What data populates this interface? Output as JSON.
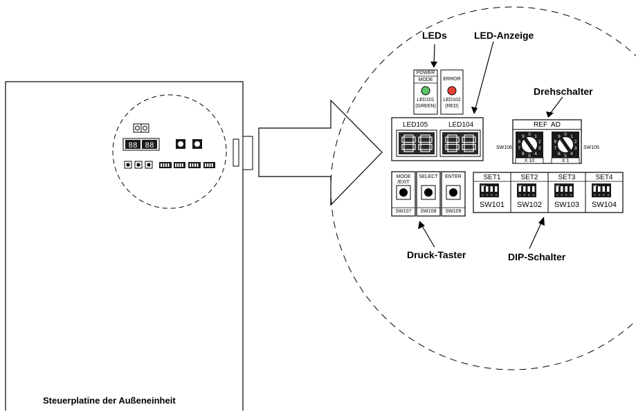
{
  "board": {
    "caption": "Steuerplatine der Außeneinheit"
  },
  "callouts": {
    "leds": "LEDs",
    "led_display": "LED-Anzeige",
    "rotary": "Drehschalter",
    "push": "Druck-Taster",
    "dip": "DIP-Schalter"
  },
  "leds": {
    "power_top": "POWER",
    "power_bottom": "MODE",
    "led101_name": "LED101",
    "led101_color": "(GREEN)",
    "error": "ERROR",
    "led102_name": "LED102",
    "led102_color": "(RED)",
    "green_hex": "#5ec26a",
    "red_hex": "#e8413a"
  },
  "displays": {
    "left": "LED105",
    "right": "LED104",
    "digit_text": "88"
  },
  "rotary": {
    "header": "REF  AD",
    "left_id": "SW106",
    "right_id": "SW105",
    "left_mult": "X 10",
    "right_mult": "X 1",
    "dial_digits": [
      "0",
      "1",
      "2",
      "3",
      "4",
      "5",
      "6",
      "7",
      "8",
      "9"
    ]
  },
  "buttons": [
    {
      "label_line1": "MODE",
      "label_line2": "/EXIT",
      "id": "SW107"
    },
    {
      "label_line1": "SELECT",
      "label_line2": "",
      "id": "SW108"
    },
    {
      "label_line1": "ENTER",
      "label_line2": "",
      "id": "SW109"
    }
  ],
  "dips": [
    {
      "set": "SET1",
      "id": "SW101"
    },
    {
      "set": "SET2",
      "id": "SW102"
    },
    {
      "set": "SET3",
      "id": "SW103"
    },
    {
      "set": "SET4",
      "id": "SW104"
    }
  ],
  "dip_on": "ON",
  "dip_numbers": [
    "1",
    "2",
    "3",
    "4"
  ]
}
